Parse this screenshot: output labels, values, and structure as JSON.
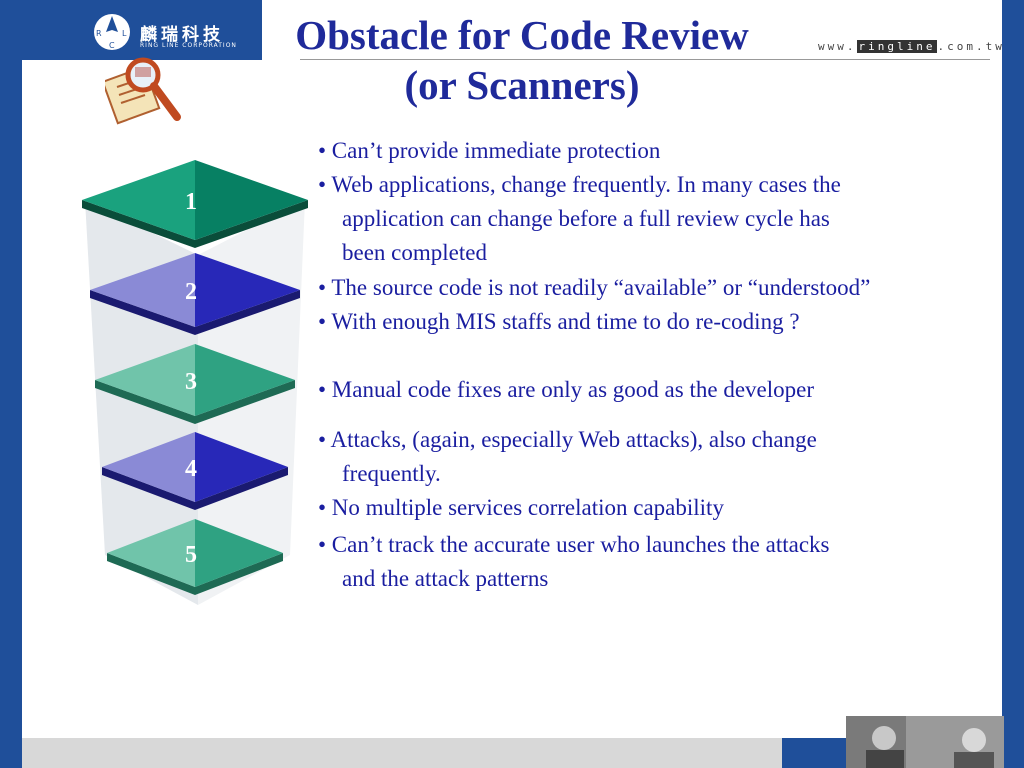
{
  "brand": {
    "name_cn": "麟瑞科技",
    "name_en": "RING LINE CORPORATION",
    "badge_letters": [
      "R",
      "L",
      "C"
    ],
    "site_prefix": "www.",
    "site_mid": "ringline",
    "site_suffix": ".com.tw"
  },
  "slide": {
    "title_line1": "Obstacle for Code Review",
    "title_line2": "(or Scanners)"
  },
  "stack_layers": [
    {
      "label": "1"
    },
    {
      "label": "2"
    },
    {
      "label": "3"
    },
    {
      "label": "4"
    },
    {
      "label": "5"
    }
  ],
  "bullets": [
    {
      "text": "• Can’t provide immediate protection",
      "cont": []
    },
    {
      "text": "• Web applications, change frequently. In many cases the",
      "cont": [
        "application can change before a full review cycle has",
        "been completed"
      ]
    },
    {
      "text": "• The source code is not readily “available” or “understood”",
      "cont": []
    },
    {
      "text": "• With enough MIS staffs and time to do re-coding ?",
      "cont": []
    },
    {
      "text": "• Manual code fixes are only as good as the developer",
      "cont": []
    },
    {
      "text": "• Attacks, (again, especially Web attacks), also change",
      "cont": [
        "frequently."
      ]
    },
    {
      "text": "• No multiple services correlation capability",
      "cont": []
    },
    {
      "text": "• Can’t track the accurate user who launches the attacks",
      "cont": [
        "and the attack patterns"
      ]
    }
  ],
  "colors": {
    "frame": "#1f4f9a",
    "title": "#1f2a9a",
    "bullet_text": "#1a1ea0",
    "green": "#0a8a6a",
    "blue": "#2a2ab0"
  }
}
